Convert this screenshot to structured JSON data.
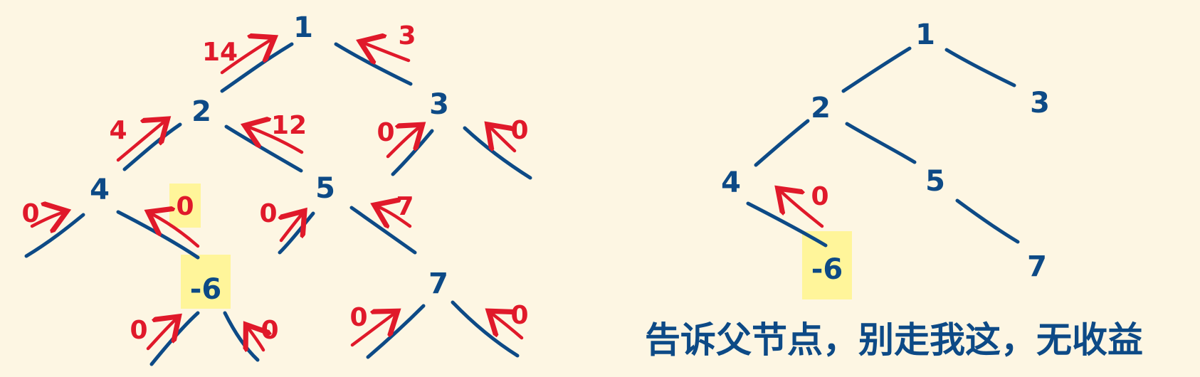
{
  "colors": {
    "background": "#fdf6e3",
    "edge": "#0d4a86",
    "arrow": "#e0192a",
    "highlight": "#fff59a"
  },
  "left_tree": {
    "nodes": {
      "n1": "1",
      "n2": "2",
      "n3": "3",
      "n4": "4",
      "n5": "5",
      "n6": "-6",
      "n7": "7"
    },
    "values": {
      "edge_1_2": "14",
      "edge_1_3": "3",
      "edge_2_4": "4",
      "edge_2_5": "12",
      "edge_3_left_null": "0",
      "edge_3_right_null": "0",
      "edge_4_left_null": "0",
      "edge_4_6": "0",
      "edge_5_left_null": "0",
      "edge_5_7": "7",
      "edge_6_left_null": "0",
      "edge_6_right_null": "0",
      "edge_7_left_null": "0",
      "edge_7_right_null": "0"
    }
  },
  "right_tree": {
    "nodes": {
      "n1": "1",
      "n2": "2",
      "n3": "3",
      "n4": "4",
      "n5": "5",
      "n6": "-6",
      "n7": "7"
    },
    "values": {
      "edge_4_6": "0"
    }
  },
  "caption": "告诉父节点，别走我这，无收益"
}
